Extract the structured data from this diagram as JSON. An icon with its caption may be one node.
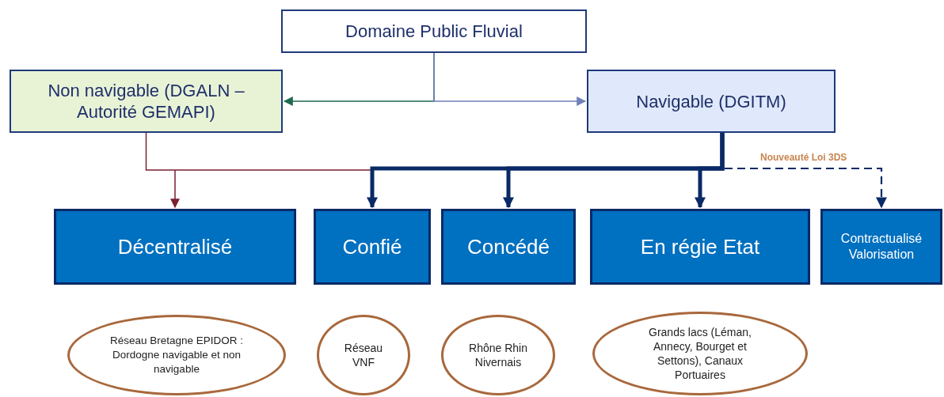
{
  "diagram": {
    "nodes": [
      {
        "text": [
          "Domaine Public Fluvial"
        ]
      },
      {
        "text": [
          "Non navigable (DGALN – Autorité GEMAPI)"
        ]
      },
      {
        "text": [
          "Navigable (DGITM)"
        ]
      },
      {
        "text": [
          "Décentralisé"
        ]
      },
      {
        "text": [
          "Confié"
        ]
      },
      {
        "text": [
          "Concédé"
        ]
      },
      {
        "text": [
          "En régie Etat"
        ]
      },
      {
        "text": [
          "Contractualisé Valorisation"
        ]
      },
      {
        "text": [
          "Réseau Bretagne EPIDOR : Dordogne navigable et non navigable"
        ]
      },
      {
        "text": [
          "Réseau VNF"
        ]
      },
      {
        "text": [
          "Rhône Rhin Nivernais"
        ]
      },
      {
        "text": [
          "Grands lacs (Léman, Annecy, Bourget et Settons), Canaux Portuaires"
        ]
      }
    ],
    "edges": [
      {
        "from": 0,
        "to": 1,
        "arrow": "to",
        "color": "#1f6b4f"
      },
      {
        "from": 0,
        "to": 2,
        "arrow": "to",
        "color": "#7080b8"
      },
      {
        "from": 1,
        "to": 3,
        "arrow": "to",
        "color": "#7a2030"
      },
      {
        "from": 2,
        "to": 4,
        "arrow": "to",
        "style": "thick"
      },
      {
        "from": 2,
        "to": 5,
        "arrow": "to",
        "style": "thick"
      },
      {
        "from": 2,
        "to": 6,
        "arrow": "to",
        "style": "thick"
      },
      {
        "from": 2,
        "to": 7,
        "arrow": "to",
        "style": "dashed",
        "label": "Nouveauté Loi 3DS"
      }
    ]
  }
}
